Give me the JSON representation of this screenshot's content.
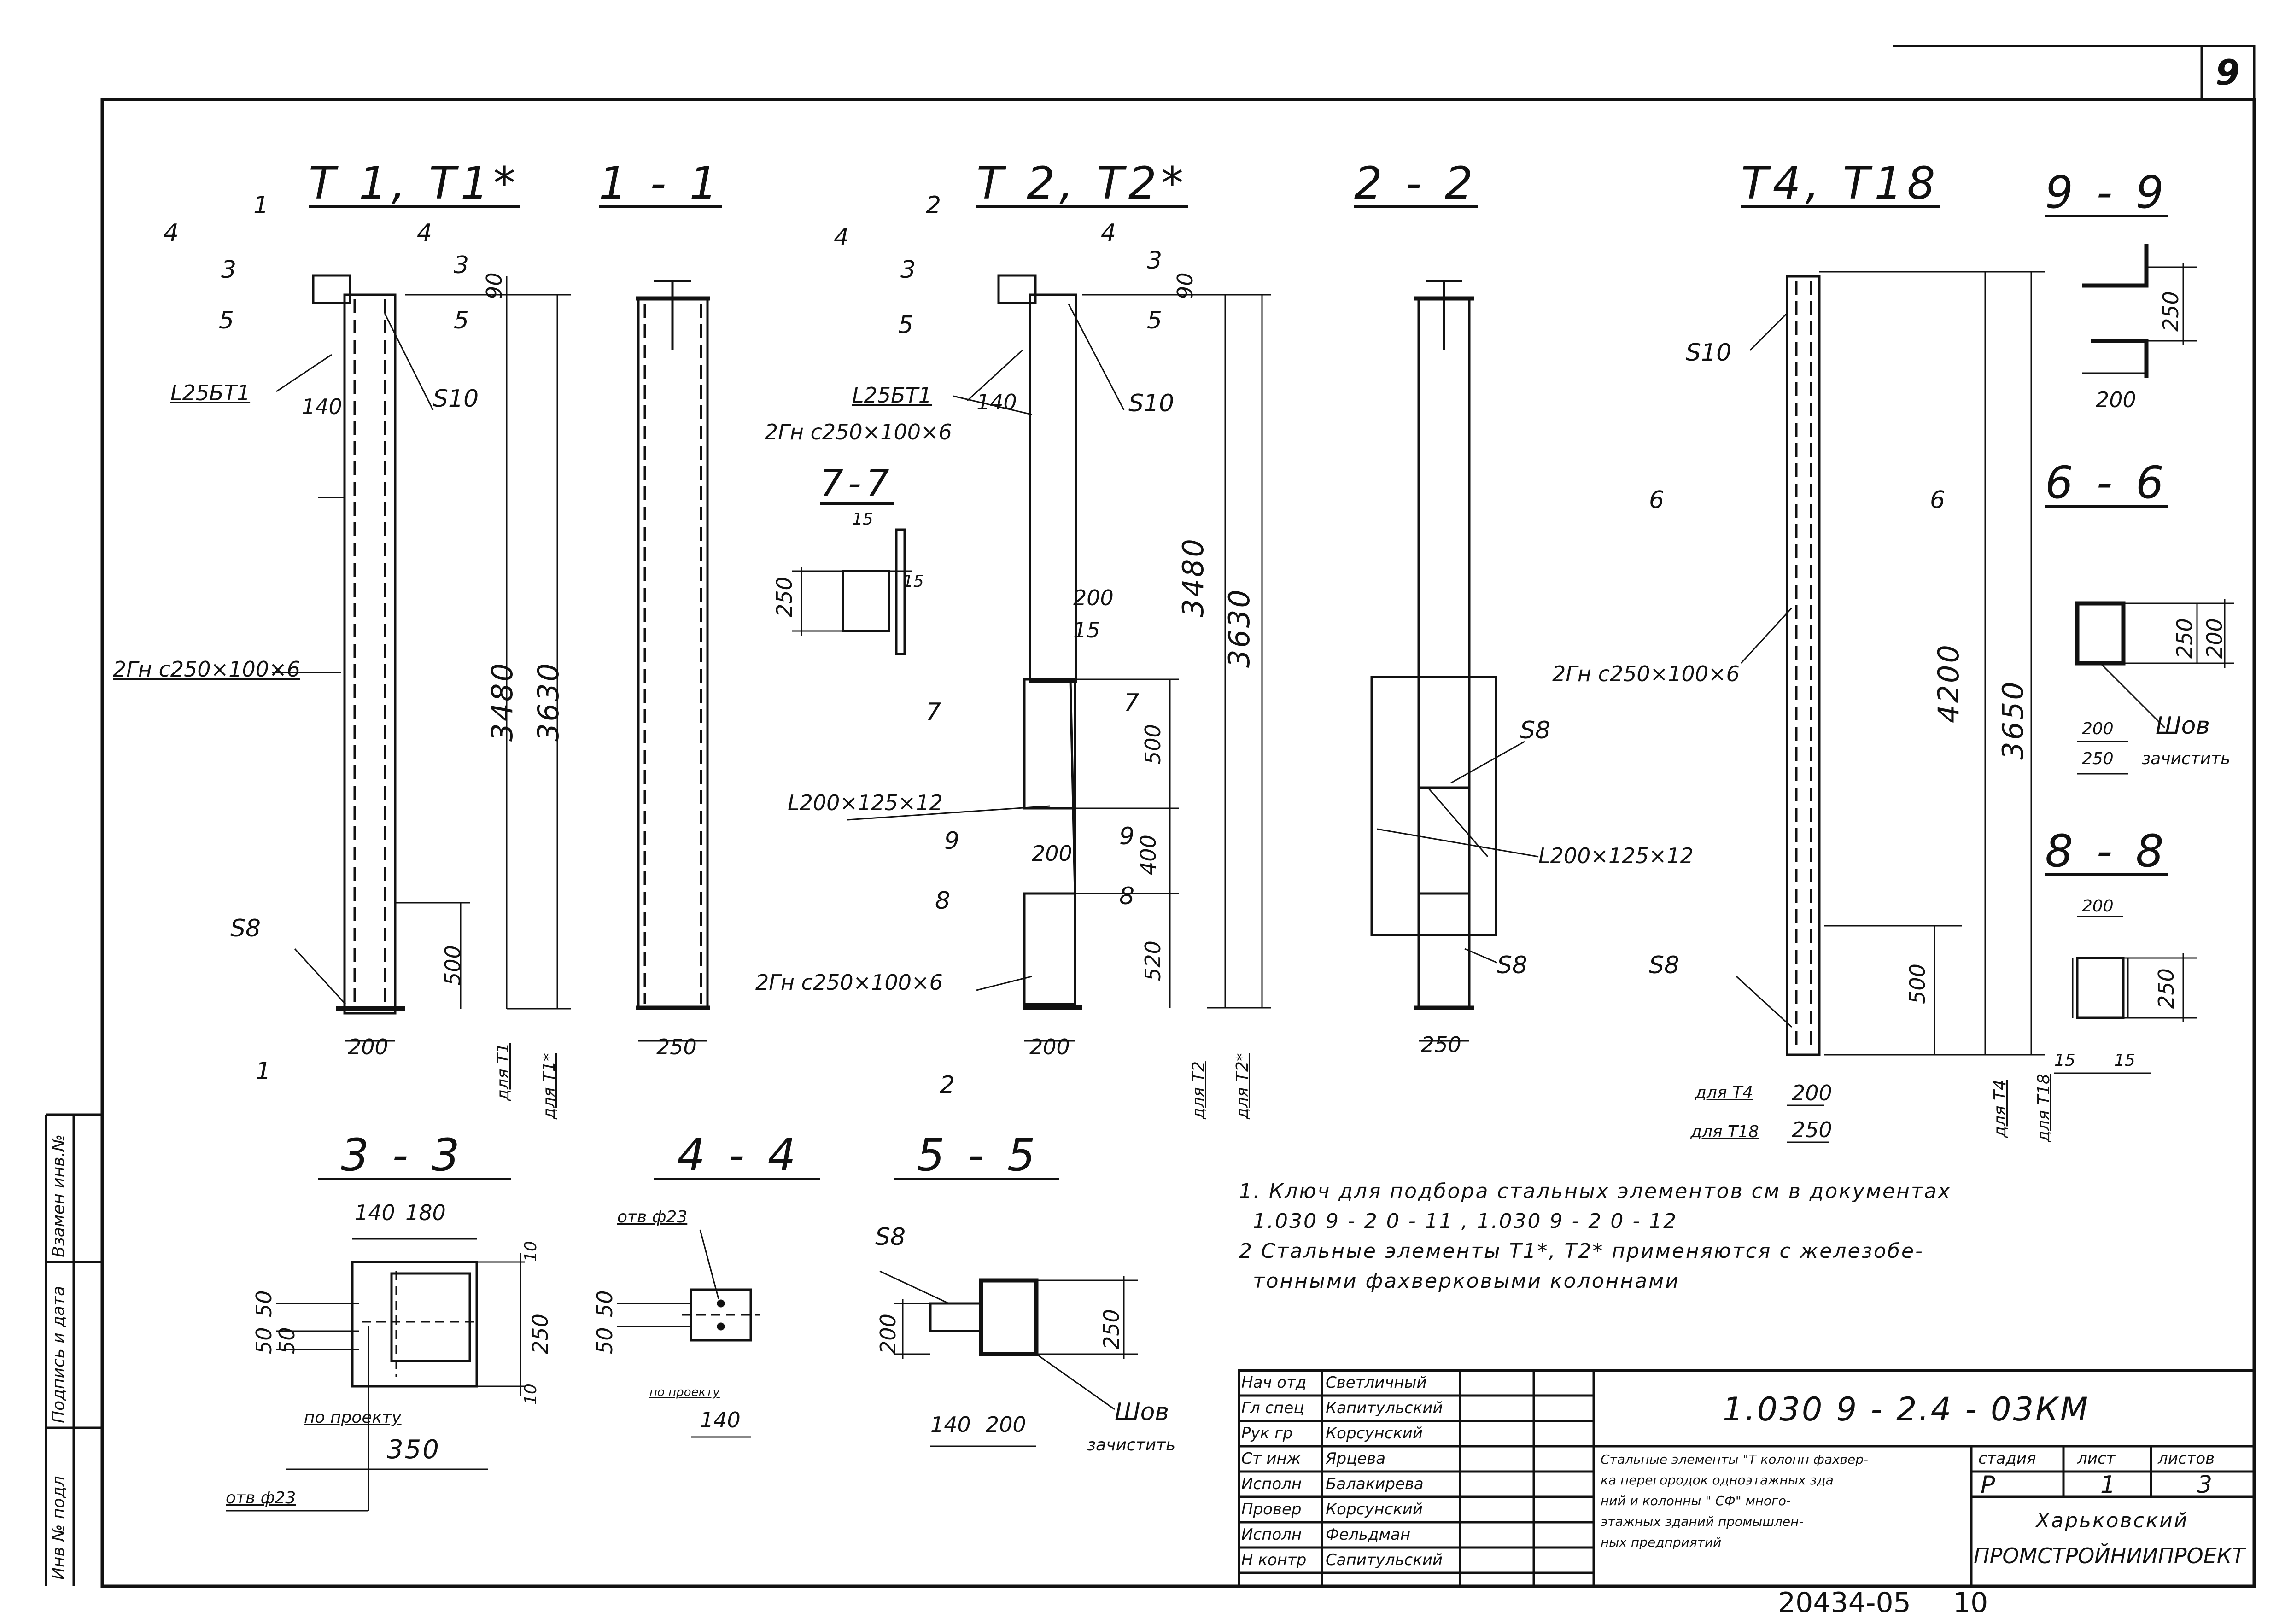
{
  "sheet_no": "9",
  "headings": {
    "t1": "Т 1, Т1*",
    "s11": "1 - 1",
    "t2": "Т 2, Т2*",
    "s22": "2 - 2",
    "t4": "Т4, Т18",
    "s99": "9 - 9",
    "s77": "7-7",
    "s66": "6 - 6",
    "s88": "8 - 8",
    "s33": "3 - 3",
    "s44": "4 - 4",
    "s55": "5 - 5"
  },
  "t1": {
    "sec1": "1",
    "sec1b": "1",
    "sec3": "3",
    "sec3b": "3",
    "sec4": "4",
    "sec4b": "4",
    "sec5": "5",
    "sec5b": "5",
    "angle": "L25БТ1",
    "w140": "140",
    "s10": "S10",
    "channel": "2Гн с250×100×6",
    "s8": "S8",
    "d90": "90",
    "d3480": "3480",
    "d3630": "3630",
    "d500": "500",
    "w200": "200",
    "for_t1": "для Т1",
    "for_t1s": "для Т1*"
  },
  "s11": {
    "w250": "250"
  },
  "t2": {
    "sec2": "2",
    "sec2b": "2",
    "sec3": "3",
    "sec3b": "3",
    "sec4": "4",
    "sec4b": "4",
    "sec5": "5",
    "sec5b": "5",
    "sec7": "7",
    "sec7b": "7",
    "sec8": "8",
    "sec8b": "8",
    "sec9": "9",
    "sec9b": "9",
    "angle": "L25БТ1",
    "w140": "140",
    "s10": "S10",
    "channel_top": "2Гн с250×100×6",
    "channel_bot": "2Гн с250×100×6",
    "l200": "L200×125×12",
    "d90": "90",
    "d3480": "3480",
    "d3630": "3630",
    "d200": "200",
    "d15": "15",
    "d500": "500",
    "d400": "400",
    "d520": "520",
    "w200a": "200",
    "w200b": "200",
    "for_t2": "для Т2",
    "for_t2s": "для Т2*"
  },
  "s77": {
    "d15a": "15",
    "d15b": "15",
    "d250": "250"
  },
  "s22": {
    "s8a": "S8",
    "s8b": "S8",
    "l200": "L200×125×12",
    "w250": "250"
  },
  "t4": {
    "s10": "S10",
    "sec6": "6",
    "sec6b": "6",
    "channel": "2Гн с250×100×6",
    "s8": "S8",
    "d4200": "4200",
    "d3650": "3650",
    "d500": "500",
    "for_t4": "для Т4",
    "for_t18": "для Т18",
    "w200": "200",
    "w250": "250",
    "for_t4v": "для Т4",
    "for_t18v": "для Т18"
  },
  "s99": {
    "d250": "250",
    "d200": "200"
  },
  "s66": {
    "d250": "250",
    "d200": "200",
    "w200": "200",
    "w250": "250",
    "weld": "Шов",
    "clean": "зачистить"
  },
  "s88": {
    "w200": "200",
    "d250": "250",
    "d15a": "15",
    "d15b": "15"
  },
  "s33": {
    "d140": "140",
    "d180": "180",
    "d50a": "50",
    "d50b": "50",
    "d50c": "50",
    "d10a": "10",
    "d10b": "10",
    "d250": "250",
    "d350": "350",
    "by_project": "по проекту",
    "hole": "отв ф23"
  },
  "s44": {
    "hole": "отв ф23",
    "d50a": "50",
    "d50b": "50",
    "by_project": "по проекту",
    "d140": "140"
  },
  "s55": {
    "s8": "S8",
    "d200": "200",
    "d250": "250",
    "d140": "140",
    "d200b": "200",
    "weld": "Шов",
    "clean": "зачистить"
  },
  "notes": [
    "1. Ключ для подбора стальных элементов см в документах",
    "1.030 9 - 2 0 - 11 ,  1.030 9 - 2 0 - 12",
    "2  Стальные элементы Т1*, Т2* применяются с железобе-",
    "тонными фахверковыми колоннами"
  ],
  "side_strip": [
    "Инв № подл",
    "Подпись и дата",
    "Взамен инв.№"
  ],
  "title_block": {
    "roles": [
      "Нач отд",
      "Гл спец",
      "Рук гр",
      "Ст инж",
      "Исполн",
      "Провер",
      "Исполн",
      "Н контр"
    ],
    "names": [
      "Светличный",
      "Капитульский",
      "Корсунский",
      "Ярцева",
      "Балакирева",
      "Корсунский",
      "Фельдман",
      "Сапитульский"
    ],
    "doc_code": "1.030 9 - 2.4 - 03КМ",
    "description": [
      "Стальные элементы \"Т колонн фахвер-",
      "ка перегородок одноэтажных зда",
      "ний и колонны \" СФ\" много-",
      "этажных зданий промышлен-",
      "ных предприятий"
    ],
    "stage_label": "стадия",
    "sheet_label": "лист",
    "sheets_label": "листов",
    "stage": "Р",
    "sheet": "1",
    "sheets": "3",
    "org1": "Харьковский",
    "org2": "ПРОМСТРОЙНИИПРОЕКТ"
  },
  "footer": {
    "archive": "20434-05",
    "page": "10"
  }
}
